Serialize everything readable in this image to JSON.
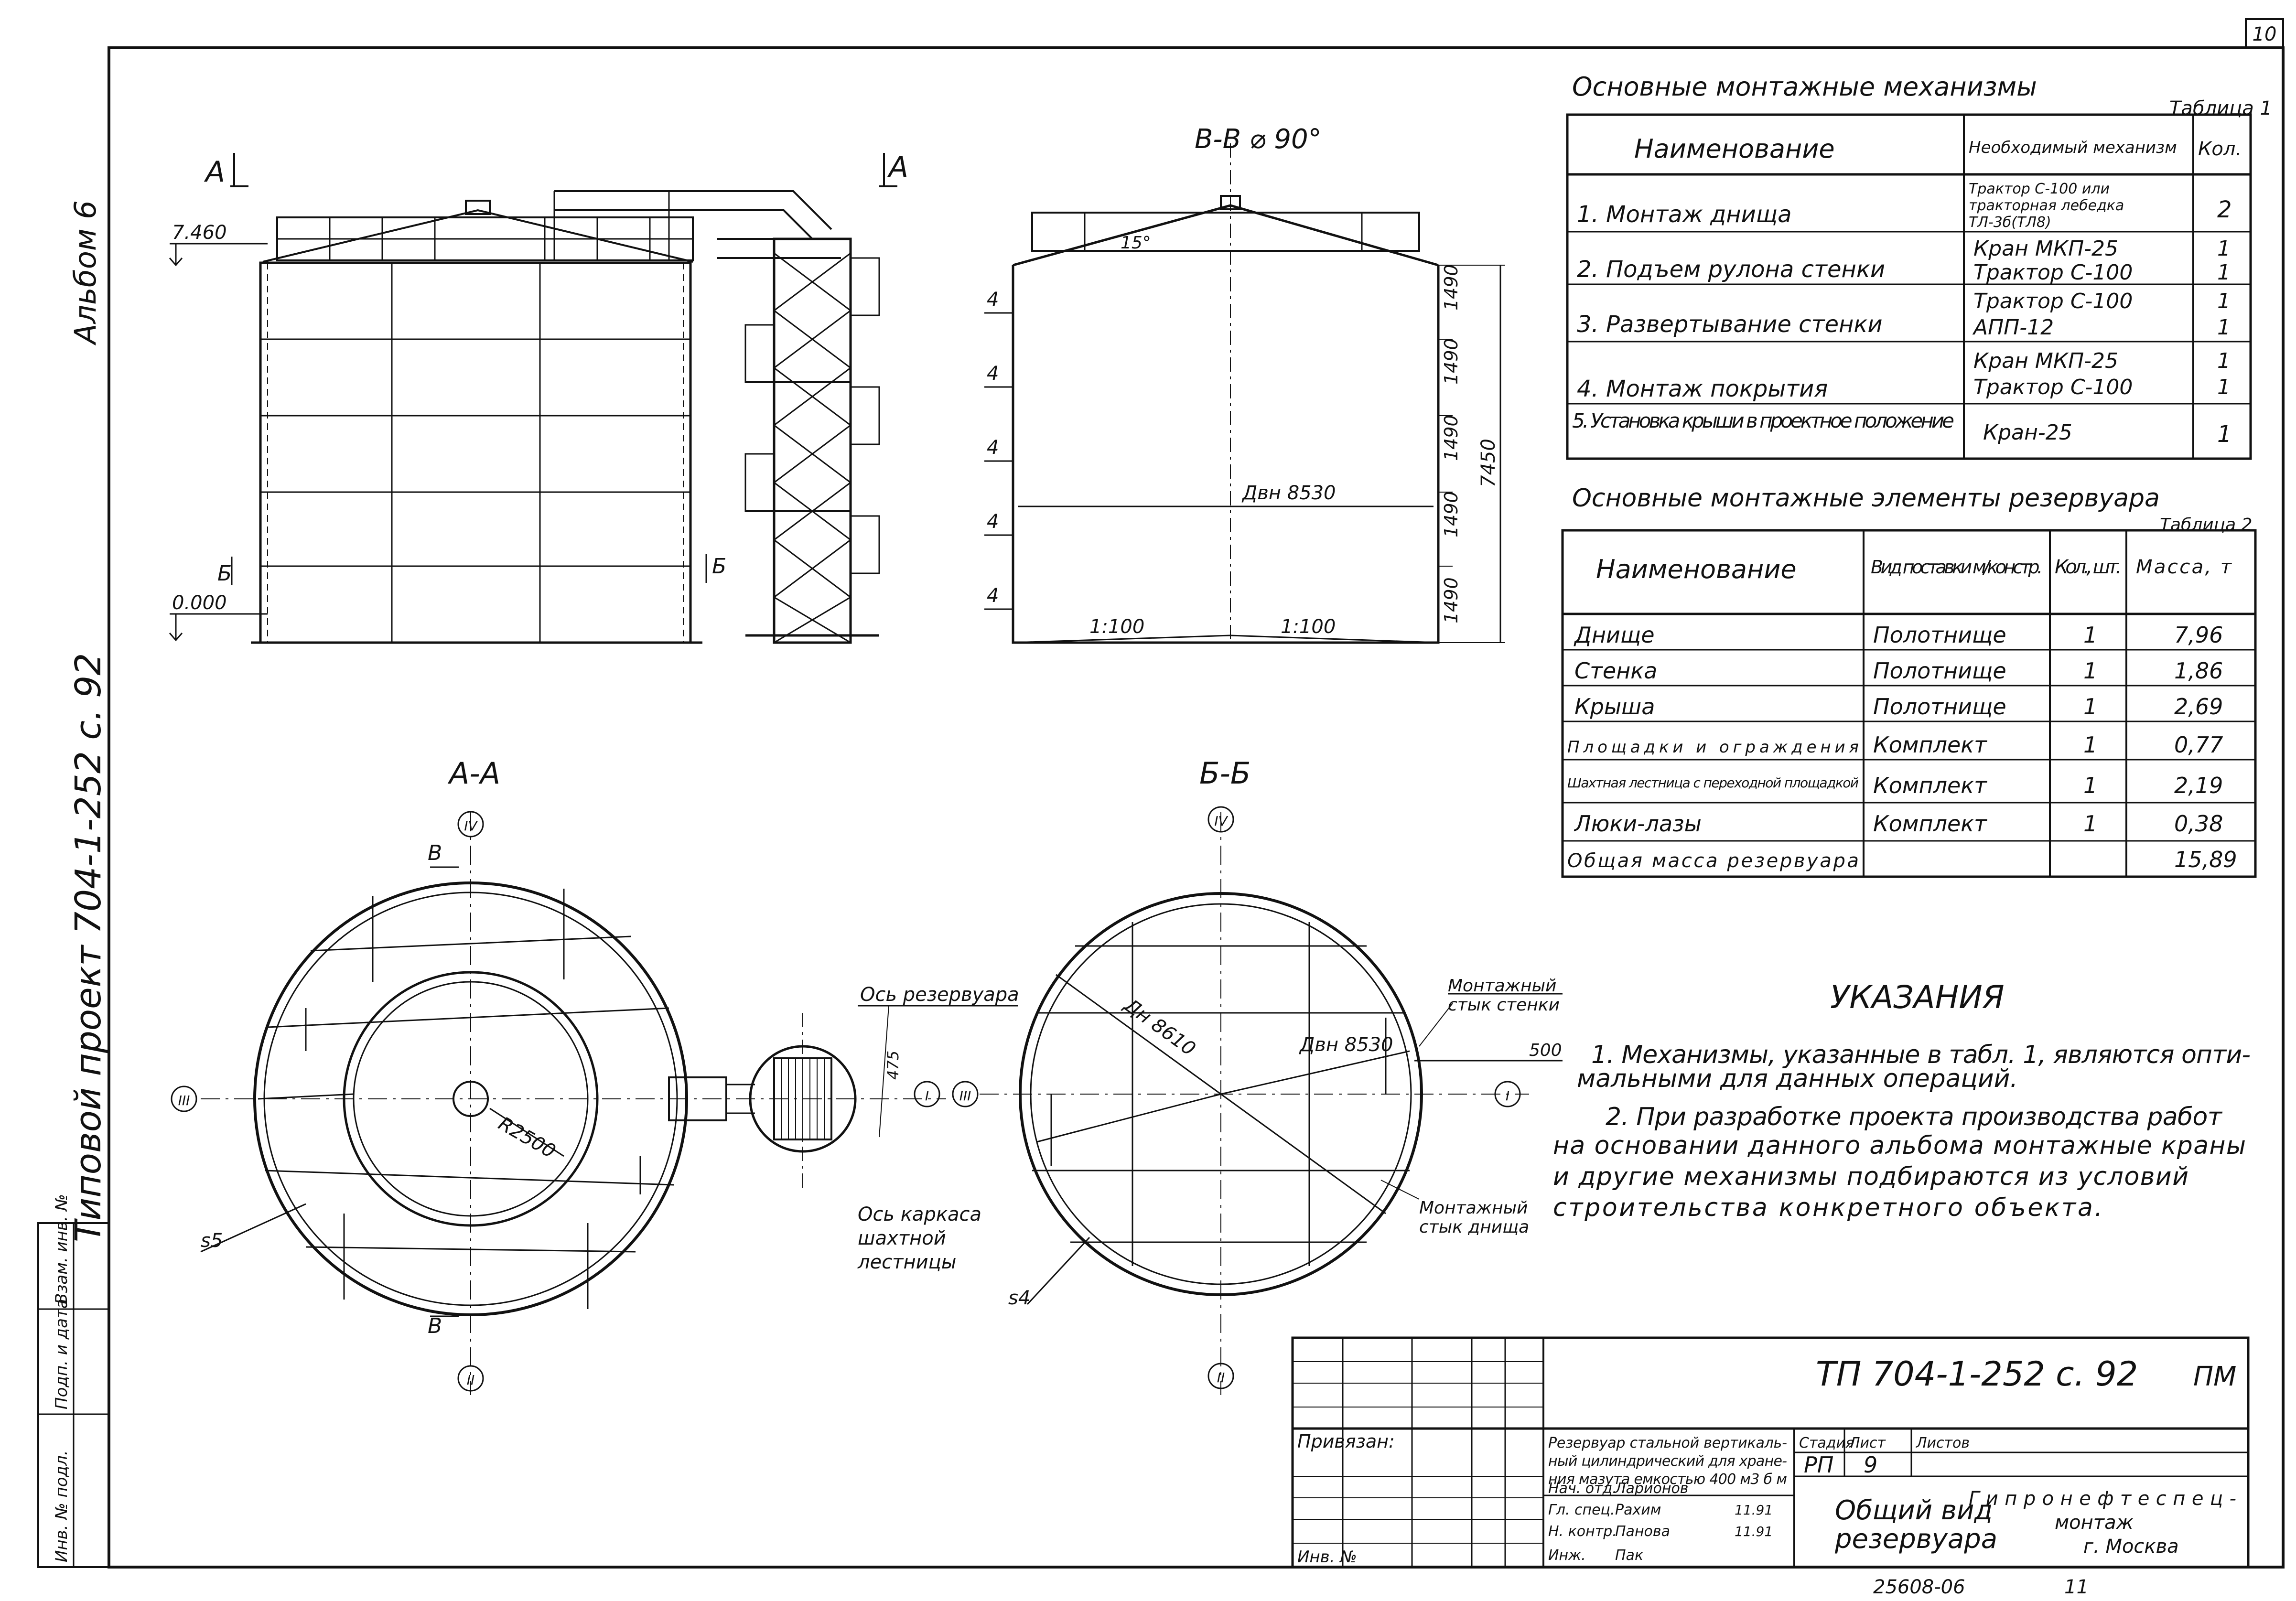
{
  "sheet": {
    "page_number": "10",
    "album_label": "Альбом 6",
    "project_vertical": "Типовой проект 704-1-252 с. 92",
    "left_stamp": [
      "Инв. № подл.",
      "Подп. и дата",
      "Взам. инв. №"
    ]
  },
  "views": {
    "elevation_a": {
      "title_left": "А",
      "title_right": "А",
      "level_top": "7.460",
      "level_zero": "0.000",
      "section_b_left": "Б",
      "section_b_right": "Б"
    },
    "section_vv": {
      "title": "В-В ⌀ 90°",
      "roof_slope": "15°",
      "shell_thickness": [
        "4",
        "4",
        "4",
        "4",
        "4"
      ],
      "diameter": "Двн 8530",
      "slope_left": "1:100",
      "slope_right": "1:100",
      "belt_heights": [
        "1490",
        "1490",
        "1490",
        "1490",
        "1490"
      ],
      "total_height": "7450"
    },
    "plan_aa": {
      "title": "А-А",
      "axes": [
        "IV",
        "III",
        "II",
        "I"
      ],
      "radius": "R2500",
      "bottom_thickness": "s5",
      "section_b_top": "В",
      "section_b_bottom": "В",
      "tank_axis": "Ось резервуара",
      "stair_axis": "Ось каркаса шахтной лестницы",
      "offset": "475"
    },
    "plan_bb": {
      "title": "Б-Б",
      "axes": [
        "IV",
        "III",
        "II",
        "I"
      ],
      "dn_outer": "Дн 8610",
      "dn_inner": "Двн 8530",
      "shell_joint": "Монтажный стык стенки",
      "bottom_joint": "Монтажный стык днища",
      "dim_500": "500",
      "thickness": "s4"
    }
  },
  "table1": {
    "caption": "Основные монтажные механизмы",
    "label": "Таблица 1",
    "headers": [
      "Наименование",
      "Необходимый механизм",
      "Кол."
    ],
    "rows": [
      {
        "name": "1. Монтаж днища",
        "mech": [
          "Трактор С-100 или",
          "тракторная лебедка",
          "ТЛ-3б(ТЛ8)"
        ],
        "qty": [
          "2"
        ]
      },
      {
        "name": "2. Подъем рулона стенки",
        "mech": [
          "Кран МКП-25",
          "Трактор С-100"
        ],
        "qty": [
          "1",
          "1"
        ]
      },
      {
        "name": "3. Развертывание стенки",
        "mech": [
          "Трактор С-100",
          "АПП-12"
        ],
        "qty": [
          "1",
          "1"
        ]
      },
      {
        "name": "4. Монтаж покрытия",
        "mech": [
          "Кран МКП-25",
          "Трактор С-100"
        ],
        "qty": [
          "1",
          "1"
        ]
      },
      {
        "name": "5. Установка крыши в проектное положение",
        "mech": [
          "Кран-25"
        ],
        "qty": [
          "1"
        ]
      }
    ]
  },
  "table2": {
    "caption": "Основные монтажные элементы резервуара",
    "label": "Таблица 2",
    "headers": [
      "Наименование",
      "Вид поставки м/констр.",
      "Кол., шт.",
      "Масса, т"
    ],
    "rows": [
      [
        "Днище",
        "Полотнище",
        "1",
        "7,96"
      ],
      [
        "Стенка",
        "Полотнище",
        "1",
        "1,86"
      ],
      [
        "Крыша",
        "Полотнище",
        "1",
        "2,69"
      ],
      [
        "Площадки и ограждения",
        "Комплект",
        "1",
        "0,77"
      ],
      [
        "Шахтная лестница с переходной площадкой",
        "Комплект",
        "1",
        "2,19"
      ],
      [
        "Люки-лазы",
        "Комплект",
        "1",
        "0,38"
      ],
      [
        "Общая масса резервуара",
        "",
        "",
        "15,89"
      ]
    ]
  },
  "notes": {
    "title": "УКАЗАНИЯ",
    "lines": [
      "1. Механизмы, указанные в табл. 1, являются опти-",
      "мальными для данных операций.",
      "2. При разработке проекта производства работ",
      "на основании данного альбома монтажные краны",
      "и другие механизмы подбираются из условий",
      "строительства конкретного объекта."
    ]
  },
  "title_block": {
    "code": "ТП 704-1-252 с. 92",
    "mark": "ПМ",
    "privyazan": "Привязан:",
    "description": [
      "Резервуар стальной вертикаль-",
      "ный цилиндрический для хране-",
      "ния мазута емкостью 400 м3 б м"
    ],
    "stage_header": [
      "Стадия",
      "Лист",
      "Листов"
    ],
    "stage": "РП",
    "sheet_no": "9",
    "drawing_title": [
      "Общий вид",
      "резервуара"
    ],
    "org": [
      "Гипронефтеспец-",
      "монтаж",
      "г. Москва"
    ],
    "roles": [
      "Нач. отд.",
      "Гл. спец.",
      "Н. контр.",
      "Инж."
    ],
    "names": [
      "Ларионов",
      "Рахим",
      "Панова",
      "Пак"
    ],
    "dates": [
      "",
      "11.91",
      "11.91",
      ""
    ],
    "inv": "Инв. №"
  },
  "footer": {
    "number": "25608-06",
    "page": "11"
  }
}
